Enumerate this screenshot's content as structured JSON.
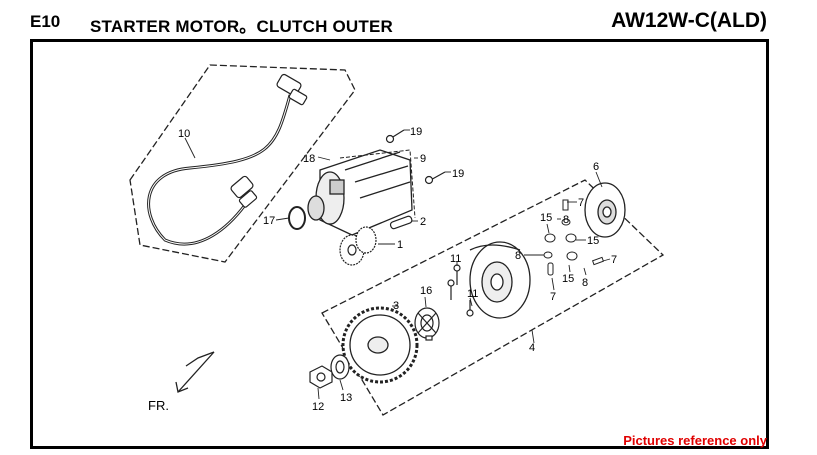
{
  "header": {
    "code": "E10",
    "title": "STARTER MOTOR。CLUTCH OUTER",
    "model": "AW12W-C(ALD)"
  },
  "footer": {
    "note": "Pictures reference only",
    "note_color": "#e00000"
  },
  "direction_label": "FR.",
  "callouts": [
    "10",
    "19",
    "18",
    "9",
    "19",
    "6",
    "17",
    "2",
    "1",
    "7",
    "15",
    "8",
    "15",
    "11",
    "8",
    "7",
    "15",
    "8",
    "7",
    "16",
    "3",
    "11",
    "4",
    "12",
    "13"
  ]
}
